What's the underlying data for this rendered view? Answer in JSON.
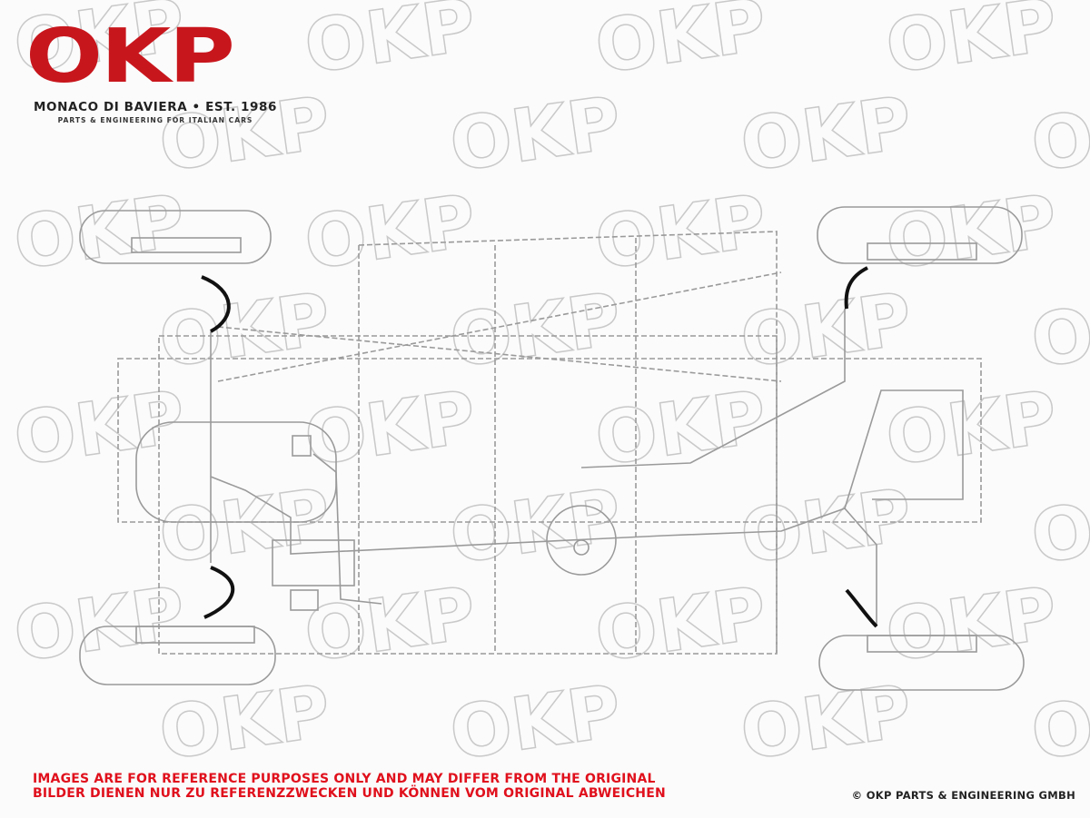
{
  "watermark": {
    "text": "OKP",
    "color": "#c9c9c9"
  },
  "logo": {
    "mark": "OKP",
    "tagline": "MONACO DI BAVIERA • EST. 1986",
    "subtitle": "PARTS & ENGINEERING FOR ITALIAN CARS",
    "brand_color": "#c8161d"
  },
  "diagram": {
    "subject": "brake-line-layout",
    "line_color": "#9a9a9a",
    "hose_color": "#111111"
  },
  "footer": {
    "disclaimer_en": "IMAGES ARE FOR REFERENCE PURPOSES ONLY AND MAY DIFFER FROM THE ORIGINAL",
    "disclaimer_de": "BILDER DIENEN NUR ZU REFERENZZWECKEN UND KÖNNEN VOM ORIGINAL ABWEICHEN",
    "copyright": "© OKP PARTS & ENGINEERING GMBH"
  }
}
